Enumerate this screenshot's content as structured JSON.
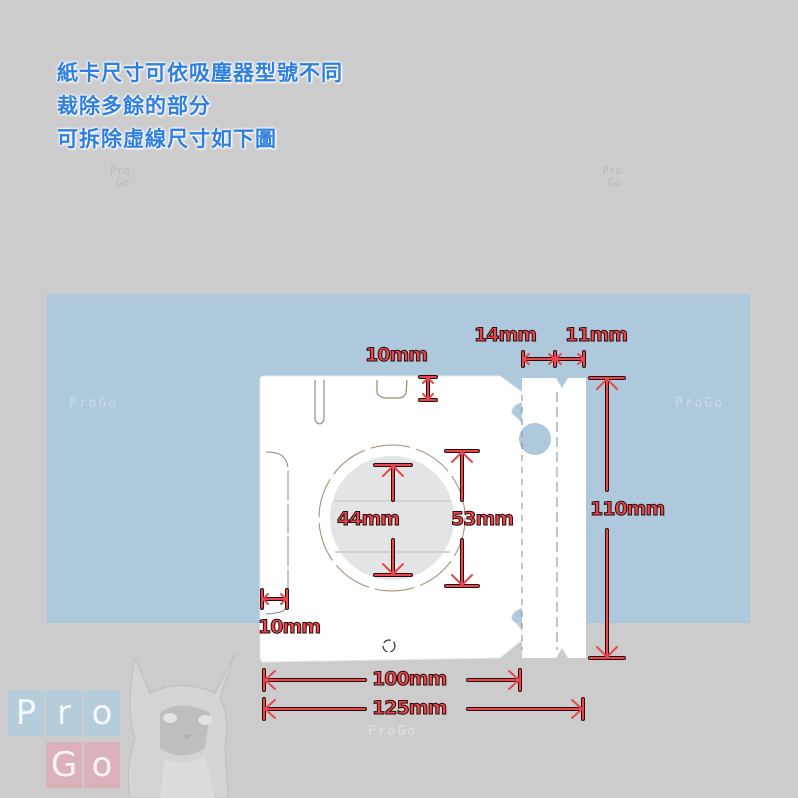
{
  "caption": {
    "lines": [
      "紙卡尺寸可依吸塵器型號不同",
      "裁除多餘的部分",
      "可拆除虛線尺寸如下圖"
    ],
    "color": "#2f7fe0"
  },
  "watermark": {
    "brand": "ProGo",
    "brand_top": "Pro",
    "brand_bottom": "Go"
  },
  "dimensions": {
    "tab_left_width": "14mm",
    "tab_right_width": "11mm",
    "top_notch": "10mm",
    "inner_hole_diameter": "44mm",
    "outer_ring_diameter": "53mm",
    "card_height": "110mm",
    "left_margin": "10mm",
    "main_card_width": "100mm",
    "total_card_width": "125mm",
    "color": "#e8474c"
  },
  "colors": {
    "background": "#cccccc",
    "bag": "#aec8dc",
    "card": "#ffffff"
  }
}
